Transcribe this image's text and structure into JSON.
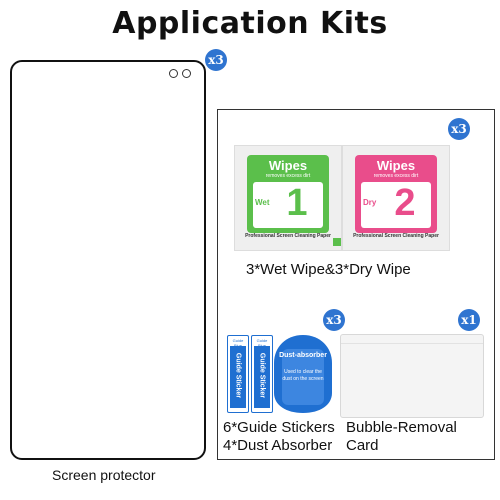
{
  "title": "Application Kits",
  "screen_protector": {
    "label": "Screen protector",
    "qty": "x3"
  },
  "wipes": {
    "qty": "x3",
    "caption": "3*Wet Wipe&3*Dry Wipe",
    "wet": {
      "brand": "Wipes",
      "sub": "removes excess dirt",
      "type": "Wet",
      "number": "1",
      "footer": "Professional Screen Cleaning Paper",
      "color": "#5bbf4b"
    },
    "dry": {
      "brand": "Wipes",
      "sub": "removes excess dirt",
      "type": "Dry",
      "number": "2",
      "footer": "Professional Screen Cleaning Paper",
      "color": "#e94d8b"
    }
  },
  "stickers": {
    "qty": "x3",
    "caption_line1": "6*Guide Stickers",
    "caption_line2": "4*Dust Absorber",
    "sticker_text": "Guide Sticker",
    "sticker_tab": "Guide Blue",
    "absorber_title": "Dust-absorber",
    "absorber_note": "Used to clear the dust on the screen"
  },
  "card": {
    "qty": "x1",
    "caption_line1": "Bubble-Removal",
    "caption_line2": "Card"
  },
  "colors": {
    "accent_blue": "#2f74d0",
    "sticker_blue": "#1f6fd1"
  }
}
